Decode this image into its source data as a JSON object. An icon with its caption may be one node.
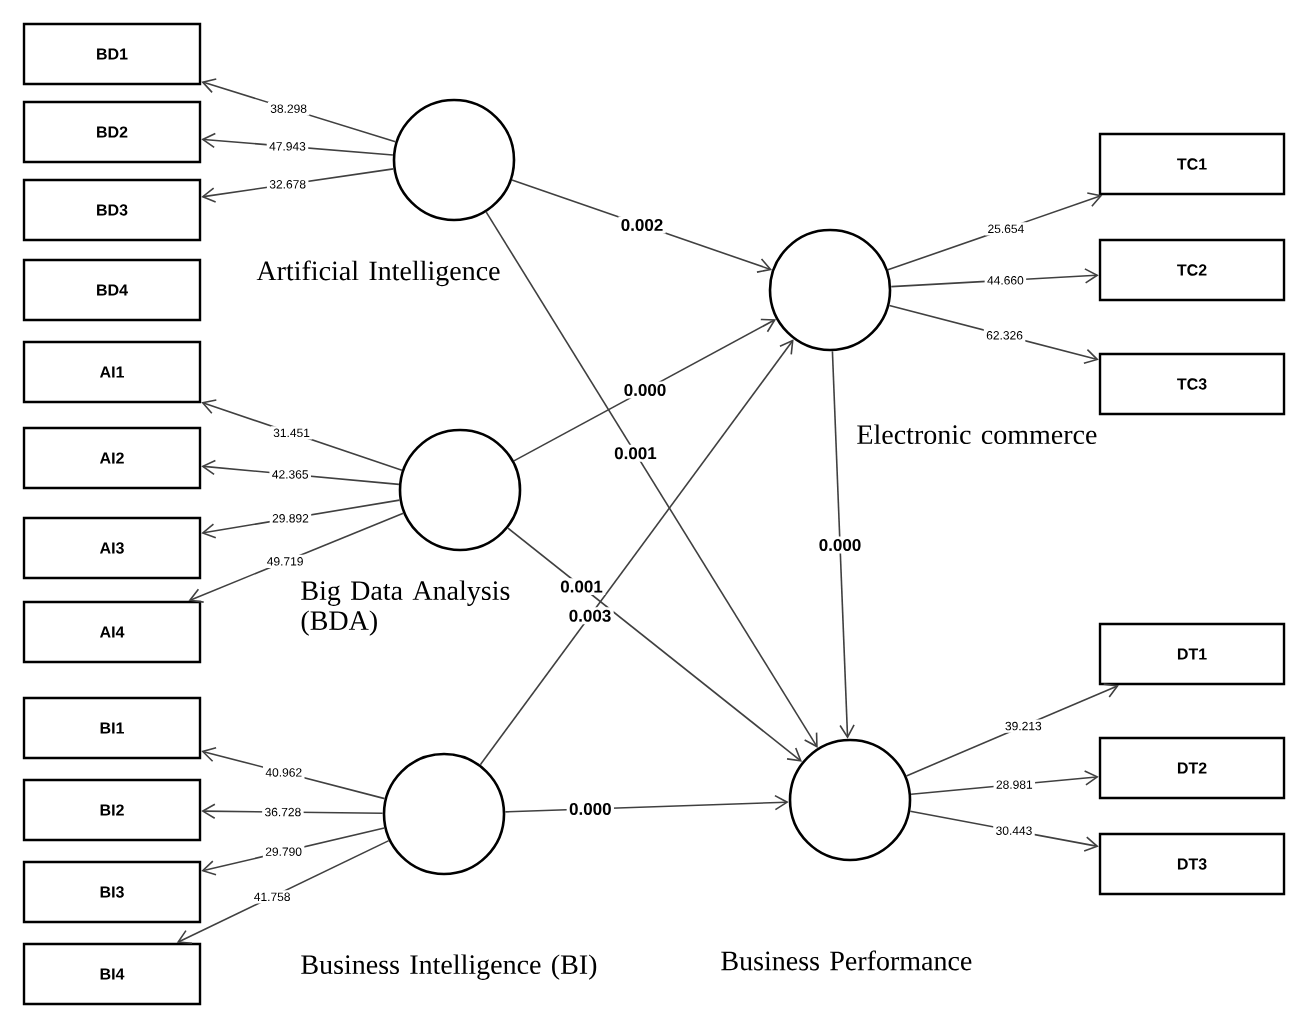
{
  "diagram": {
    "nodes": [
      {
        "text": [
          "BD1"
        ]
      },
      {
        "text": [
          "BD2"
        ]
      },
      {
        "text": [
          "BD3"
        ]
      },
      {
        "text": [
          "BD4"
        ]
      },
      {
        "text": [
          "Artificial Intelligence"
        ]
      },
      {
        "text": [
          "AI1"
        ]
      },
      {
        "text": [
          "AI2"
        ]
      },
      {
        "text": [
          "AI3"
        ]
      },
      {
        "text": [
          "AI4"
        ]
      },
      {
        "text": [
          "Big Data Analysis (BDA)"
        ]
      },
      {
        "text": [
          "BI1"
        ]
      },
      {
        "text": [
          "BI2"
        ]
      },
      {
        "text": [
          "BI3"
        ]
      },
      {
        "text": [
          "BI4"
        ]
      },
      {
        "text": [
          "Business Intelligence (BI)"
        ]
      },
      {
        "text": [
          "Electronic commerce"
        ]
      },
      {
        "text": [
          "TC1"
        ]
      },
      {
        "text": [
          "TC2"
        ]
      },
      {
        "text": [
          "TC3"
        ]
      },
      {
        "text": [
          "Business Performance"
        ]
      },
      {
        "text": [
          "DT1"
        ]
      },
      {
        "text": [
          "DT2"
        ]
      },
      {
        "text": [
          "DT3"
        ]
      }
    ],
    "edges": [
      {
        "from": 4,
        "to": 0,
        "arrow": "to",
        "label": "38.298"
      },
      {
        "from": 4,
        "to": 1,
        "arrow": "to",
        "label": "47.943"
      },
      {
        "from": 4,
        "to": 2,
        "arrow": "to",
        "label": "32.678"
      },
      {
        "from": 9,
        "to": 5,
        "arrow": "to",
        "label": "31.451"
      },
      {
        "from": 9,
        "to": 6,
        "arrow": "to",
        "label": "42.365"
      },
      {
        "from": 9,
        "to": 7,
        "arrow": "to",
        "label": "29.892"
      },
      {
        "from": 9,
        "to": 8,
        "arrow": "to",
        "label": "49.719"
      },
      {
        "from": 14,
        "to": 10,
        "arrow": "to",
        "label": "40.962"
      },
      {
        "from": 14,
        "to": 11,
        "arrow": "to",
        "label": "36.728"
      },
      {
        "from": 14,
        "to": 12,
        "arrow": "to",
        "label": "29.790"
      },
      {
        "from": 14,
        "to": 13,
        "arrow": "to",
        "label": "41.758"
      },
      {
        "from": 15,
        "to": 16,
        "arrow": "to",
        "label": "25.654"
      },
      {
        "from": 15,
        "to": 17,
        "arrow": "to",
        "label": "44.660"
      },
      {
        "from": 15,
        "to": 18,
        "arrow": "to",
        "label": "62.326"
      },
      {
        "from": 19,
        "to": 20,
        "arrow": "to",
        "label": "39.213"
      },
      {
        "from": 19,
        "to": 21,
        "arrow": "to",
        "label": "28.981"
      },
      {
        "from": 19,
        "to": 22,
        "arrow": "to",
        "label": "30.443"
      },
      {
        "from": 4,
        "to": 15,
        "arrow": "to",
        "label": "0.002"
      },
      {
        "from": 4,
        "to": 19,
        "arrow": "to",
        "label": "0.001"
      },
      {
        "from": 9,
        "to": 15,
        "arrow": "to",
        "label": "0.000"
      },
      {
        "from": 9,
        "to": 19,
        "arrow": "to",
        "label": "0.001"
      },
      {
        "from": 14,
        "to": 15,
        "arrow": "to",
        "label": "0.003"
      },
      {
        "from": 14,
        "to": 19,
        "arrow": "to",
        "label": "0.000"
      },
      {
        "from": 15,
        "to": 19,
        "arrow": "to",
        "label": "0.000"
      }
    ]
  }
}
